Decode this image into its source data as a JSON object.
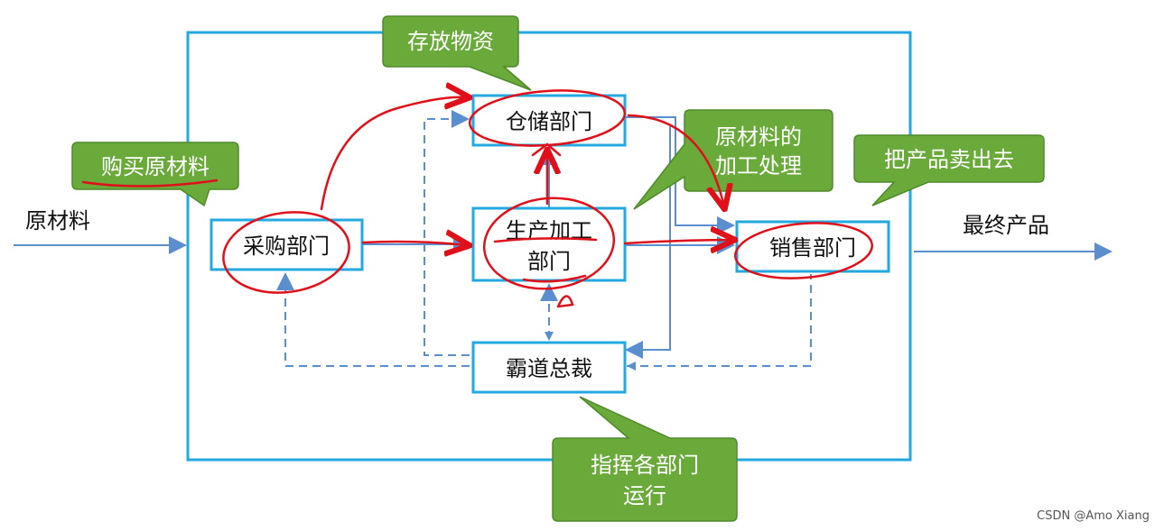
{
  "nodes": {
    "purchase": "采购部门",
    "warehouse": "仓储部门",
    "production_line1": "生产加工",
    "production_line2": "部门",
    "sales": "销售部门",
    "boss": "霸道总裁"
  },
  "external": {
    "input": "原材料",
    "output": "最终产品"
  },
  "callouts": {
    "buy": "购买原材料",
    "store": "存放物资",
    "process_line1": "原材料的",
    "process_line2": "加工处理",
    "sell": "把产品卖出去",
    "command_line1": "指挥各部门",
    "command_line2": "运行"
  },
  "watermark": "CSDN @Amo Xiang",
  "colors": {
    "box_border": "#23a8df",
    "arrow_blue": "#5b8ecf",
    "callout_fill": "#6aaa3a",
    "callout_border": "#4f8a2a",
    "annotation_red": "#e0101a"
  }
}
